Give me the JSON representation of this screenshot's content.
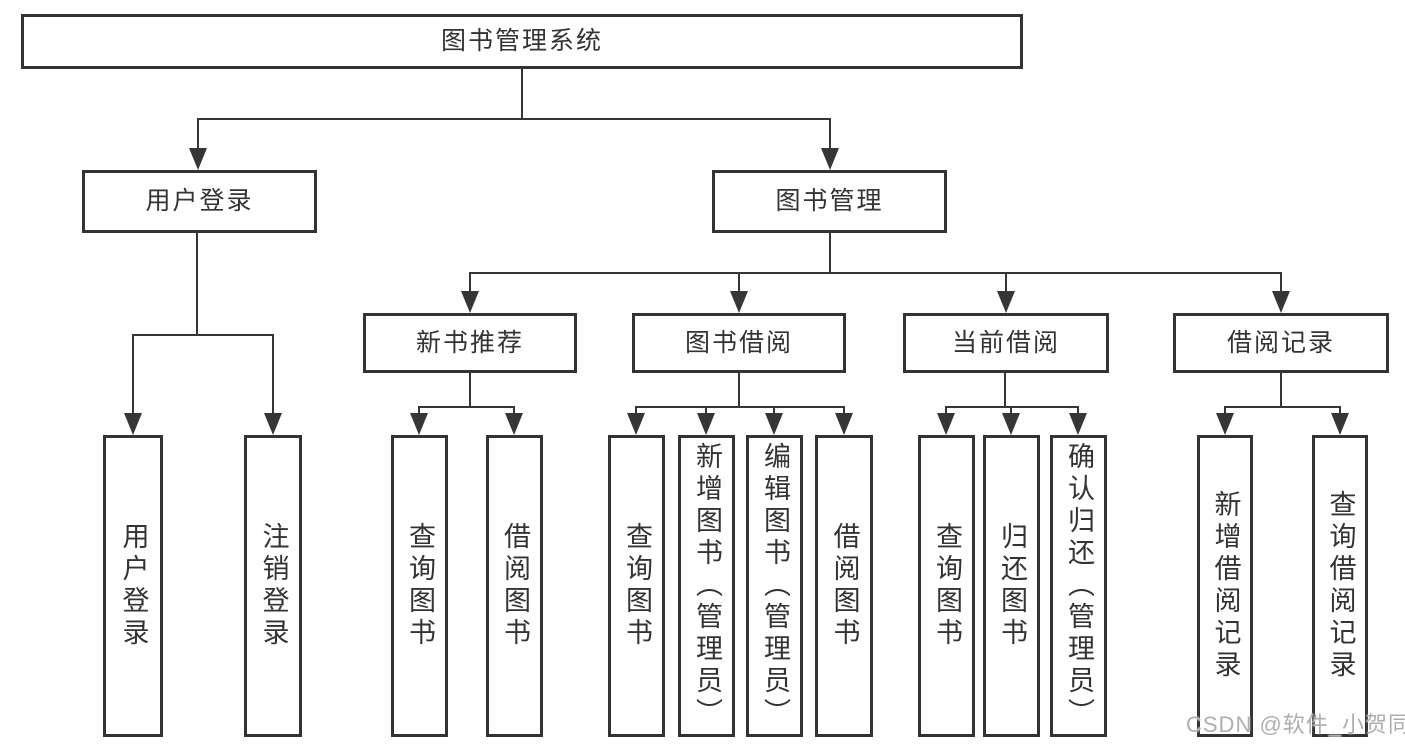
{
  "diagram": {
    "watermark": "CSDN @软件_小贺同学",
    "colors": {
      "line": "#363636",
      "border": "#333333",
      "text": "#333333",
      "watermark_text": "#aeaeae",
      "background": "#ffffff"
    },
    "root": {
      "label": "图书管理系统"
    },
    "branches": [
      {
        "label": "用户登录",
        "children": [
          {
            "label": "用户登录"
          },
          {
            "label": "注销登录"
          }
        ]
      },
      {
        "label": "图书管理",
        "children": [
          {
            "label": "新书推荐",
            "children": [
              {
                "label": "查询图书"
              },
              {
                "label": "借阅图书"
              }
            ]
          },
          {
            "label": "图书借阅",
            "children": [
              {
                "label": "查询图书"
              },
              {
                "label": "新增图书（管理员）"
              },
              {
                "label": "编辑图书（管理员）"
              },
              {
                "label": "借阅图书"
              }
            ]
          },
          {
            "label": "当前借阅",
            "children": [
              {
                "label": "查询图书"
              },
              {
                "label": "归还图书"
              },
              {
                "label": "确认归还（管理员）"
              }
            ]
          },
          {
            "label": "借阅记录",
            "children": [
              {
                "label": "新增借阅记录"
              },
              {
                "label": "查询借阅记录"
              }
            ]
          }
        ]
      }
    ]
  }
}
